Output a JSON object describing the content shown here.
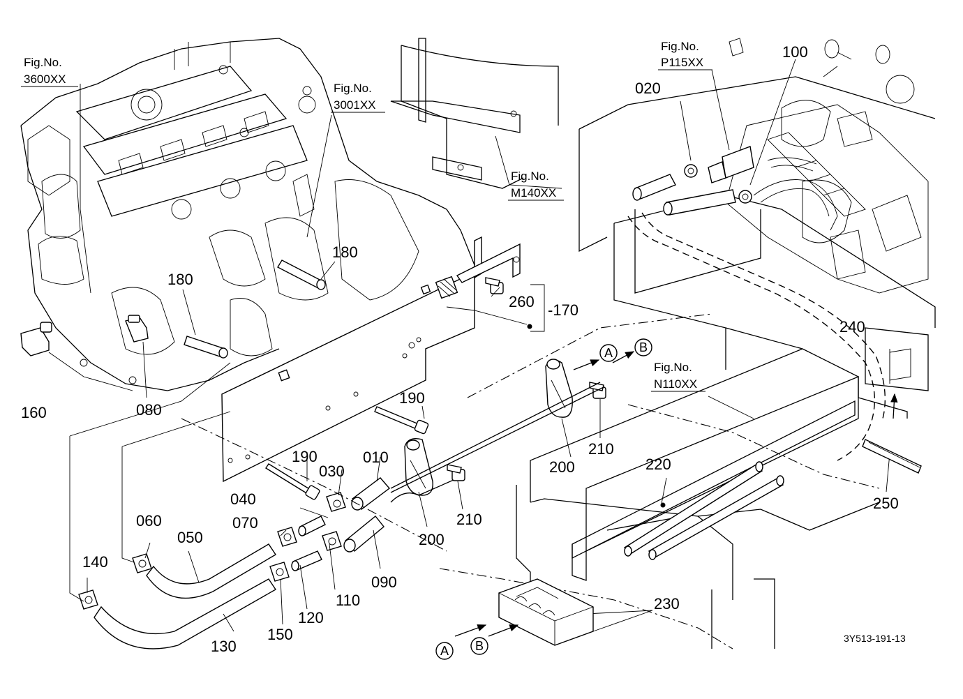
{
  "diagram_code": "3Y513-191-13",
  "figure_refs": {
    "fig_3600": {
      "label": "Fig.No.",
      "code": "3600XX"
    },
    "fig_3001": {
      "label": "Fig.No.",
      "code": "3001XX"
    },
    "fig_m140": {
      "label": "Fig.No.",
      "code": "M140XX"
    },
    "fig_p115": {
      "label": "Fig.No.",
      "code": "P115XX"
    },
    "fig_n110": {
      "label": "Fig.No.",
      "code": "N110XX"
    }
  },
  "callouts": {
    "p010": "010",
    "p020": "020",
    "p030": "030",
    "p040": "040",
    "p050": "050",
    "p060": "060",
    "p070": "070",
    "p080": "080",
    "p090": "090",
    "p100": "100",
    "p110": "110",
    "p120": "120",
    "p130": "130",
    "p140": "140",
    "p150": "150",
    "p160": "160",
    "p170": "-170",
    "p180a": "180",
    "p180b": "180",
    "p190a": "190",
    "p190b": "190",
    "p200a": "200",
    "p200b": "200",
    "p210a": "210",
    "p210b": "210",
    "p220": "220",
    "p230": "230",
    "p240": "240",
    "p250": "250",
    "p260": "260"
  },
  "route_markers": {
    "a_top": "A",
    "b_top": "B",
    "a_bottom": "A",
    "b_bottom": "B"
  }
}
